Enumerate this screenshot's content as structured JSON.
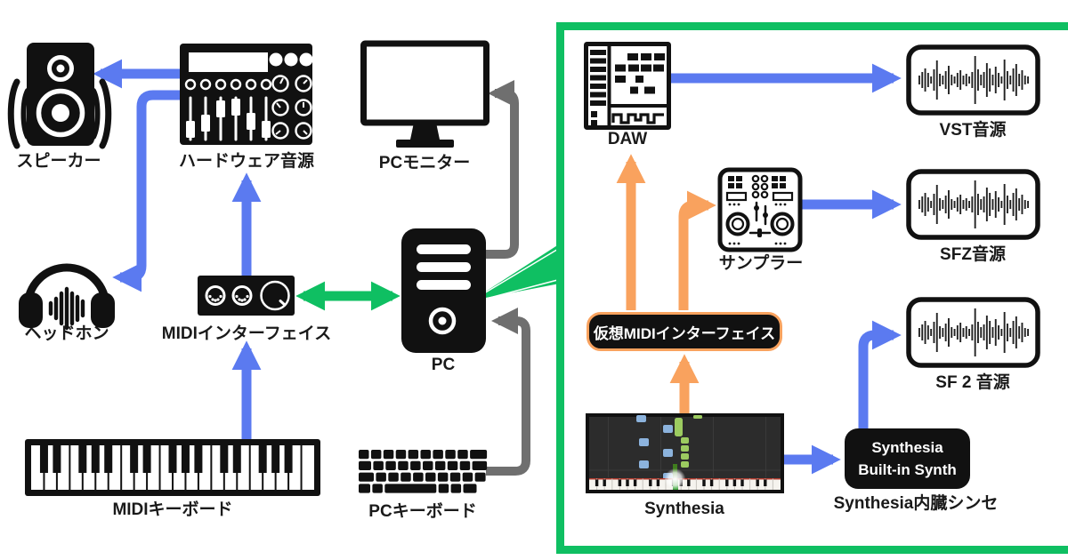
{
  "colors": {
    "arrow_blue": "#5b7af0",
    "arrow_green": "#0fbf62",
    "arrow_orange": "#f9a25e",
    "arrow_gray": "#6f6f6f",
    "icon_black": "#111111",
    "virtual_midi_bg": "#111111",
    "virtual_midi_border": "#f9a25e",
    "note_blue": "#8cb3dd",
    "note_green": "#9ccb60",
    "synthesia_bg": "#2c2c2c"
  },
  "nodes": {
    "speaker": {
      "label": "スピーカー"
    },
    "hardware_synth": {
      "label": "ハードウェア音源"
    },
    "pc_monitor": {
      "label": "PCモニター"
    },
    "headphones": {
      "label": "ヘッドホン"
    },
    "midi_interface": {
      "label": "MIDIインターフェイス"
    },
    "pc": {
      "label": "PC"
    },
    "midi_keyboard": {
      "label": "MIDIキーボード"
    },
    "pc_keyboard": {
      "label": "PCキーボード"
    },
    "daw": {
      "label": "DAW"
    },
    "vst_source": {
      "label": "VST音源"
    },
    "sampler": {
      "label": "サンプラー"
    },
    "sfz_source": {
      "label": "SFZ音源"
    },
    "virtual_midi_interface": {
      "label": "仮想MIDIインターフェイス"
    },
    "sf2_source": {
      "label": "SF 2 音源"
    },
    "synthesia": {
      "label": "Synthesia"
    },
    "builtin_synth": {
      "box_line1": "Synthesia",
      "box_line2": "Built-in Synth",
      "label": "Synthesia内臓シンセ"
    }
  }
}
